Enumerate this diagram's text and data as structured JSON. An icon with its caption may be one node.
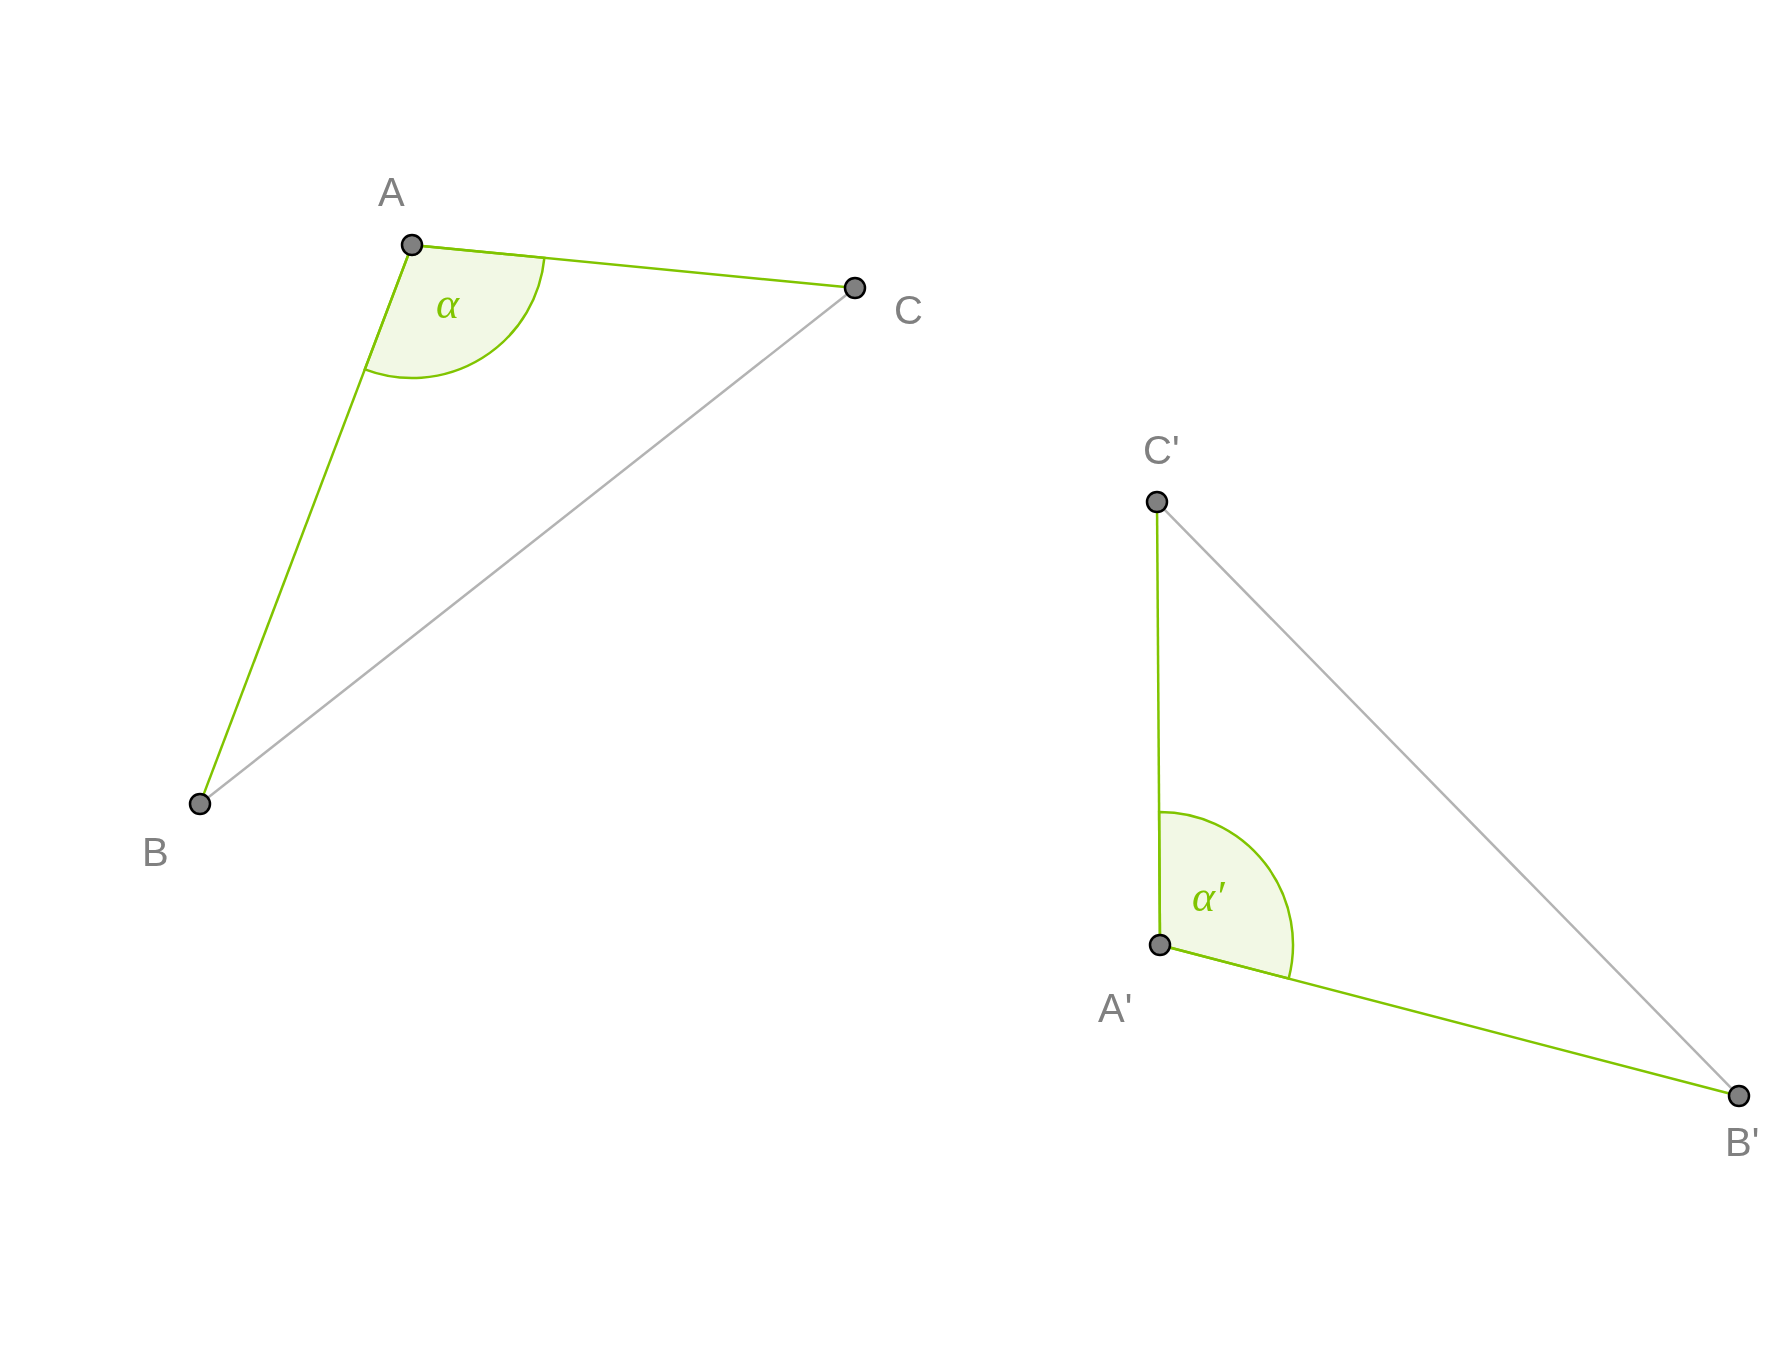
{
  "diagram": {
    "nodes": [
      {
        "text": [],
        "shape": "circle",
        "beside": [
          "A"
        ]
      },
      {
        "text": [],
        "shape": "circle",
        "beside": [
          "C"
        ]
      },
      {
        "text": [],
        "shape": "circle",
        "beside": [
          "B"
        ]
      },
      {
        "text": [],
        "shape": "circle",
        "beside": [
          "C'"
        ]
      },
      {
        "text": [],
        "shape": "circle",
        "beside": [
          "A'"
        ]
      },
      {
        "text": [],
        "shape": "circle",
        "beside": [
          "B'"
        ]
      }
    ],
    "edges": [
      {
        "from": 0,
        "to": 1,
        "arrow": "none"
      },
      {
        "from": 0,
        "to": 2,
        "arrow": "none"
      },
      {
        "from": 2,
        "to": 1,
        "arrow": "none",
        "color": "#b3b3b3"
      },
      {
        "from": 3,
        "to": 4,
        "arrow": "none"
      },
      {
        "from": 4,
        "to": 5,
        "arrow": "none"
      },
      {
        "from": 5,
        "to": 3,
        "arrow": "none",
        "color": "#b3b3b3"
      }
    ],
    "labels": [
      "α",
      "α′"
    ]
  }
}
